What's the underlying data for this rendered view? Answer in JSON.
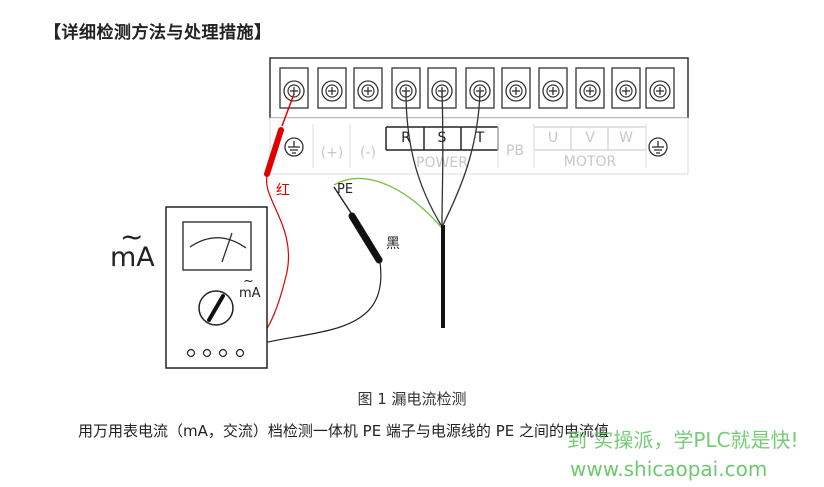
{
  "heading": "【详细检测方法与处理措施】",
  "terminal_block": {
    "labels": [
      "(+)",
      "(-)",
      "R",
      "S",
      "T",
      "PB",
      "U",
      "V",
      "W"
    ],
    "group_power": "POWER",
    "group_motor": "MOTOR"
  },
  "probes": {
    "red_label": "红",
    "black_label": "黑",
    "pe_label": "PE"
  },
  "meter": {
    "big_unit": "mA",
    "dial_unit": "mA"
  },
  "caption": {
    "title": "图 1 漏电流检测",
    "description": "用万用表电流（mA，交流）档检测一体机 PE 端子与电源线的 PE 之间的电流值"
  },
  "watermark": {
    "line1": "到 实操派，学PLC就是快!",
    "line2": "www.shicaopai.com"
  },
  "colors": {
    "red_probe": "#e00000",
    "black_probe": "#111111",
    "pe_wire": "#7cc04a",
    "watermark": "#5fc45f"
  }
}
